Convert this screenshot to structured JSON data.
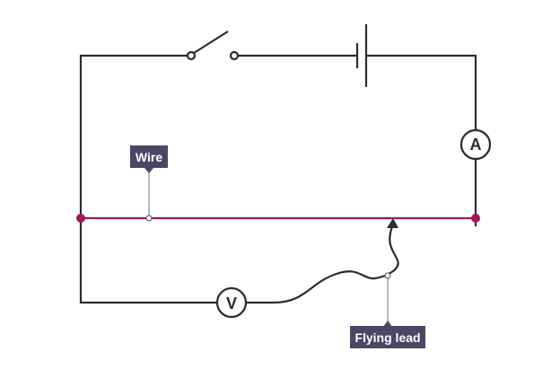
{
  "labels": {
    "wire": "Wire",
    "flying_lead": "Flying lead"
  },
  "components": {
    "ammeter": "A",
    "voltmeter": "V"
  },
  "colors": {
    "wire": "#2b2b2b",
    "resistance_wire": "#a3195b",
    "label_bg": "#4a4666",
    "pointer": "#8a88a0"
  }
}
